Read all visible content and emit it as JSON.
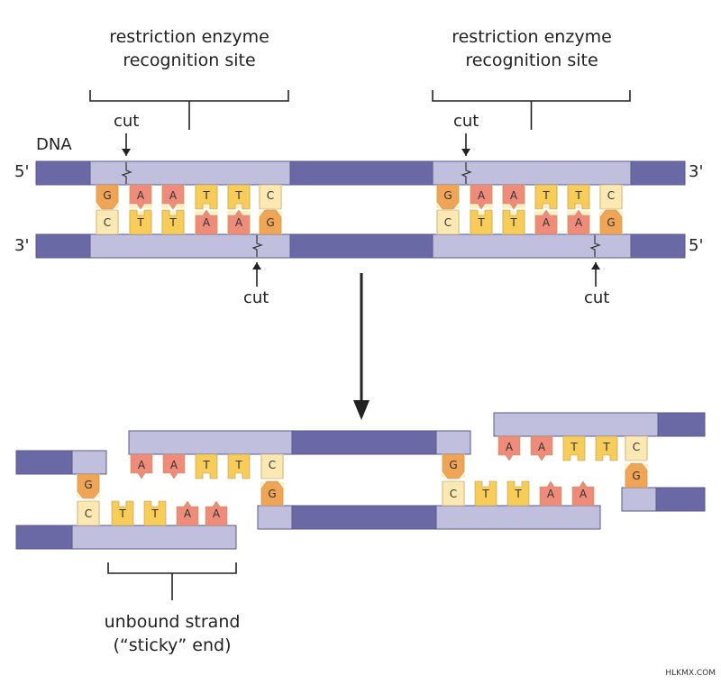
{
  "labels": {
    "site": [
      "restriction enzyme",
      "recognition site"
    ],
    "dna": "DNA",
    "cut": "cut",
    "five_prime": "5'",
    "three_prime": "3'",
    "sticky": [
      "unbound strand",
      "(“sticky” end)"
    ],
    "watermark": "HLKMX.COM"
  },
  "sequence": {
    "top": [
      "G",
      "A",
      "A",
      "T",
      "T",
      "C"
    ],
    "bottom": [
      "C",
      "T",
      "T",
      "A",
      "A",
      "G"
    ]
  },
  "colors": {
    "backbone_dark": "#6b68a6",
    "backbone_light": "#c0bfdd",
    "G": "#f0a455",
    "C": "#fbe8b2",
    "A": "#ee8b7b",
    "T": "#f7cc58",
    "pair_bg": "#fbefc7",
    "outline": "#555555"
  }
}
